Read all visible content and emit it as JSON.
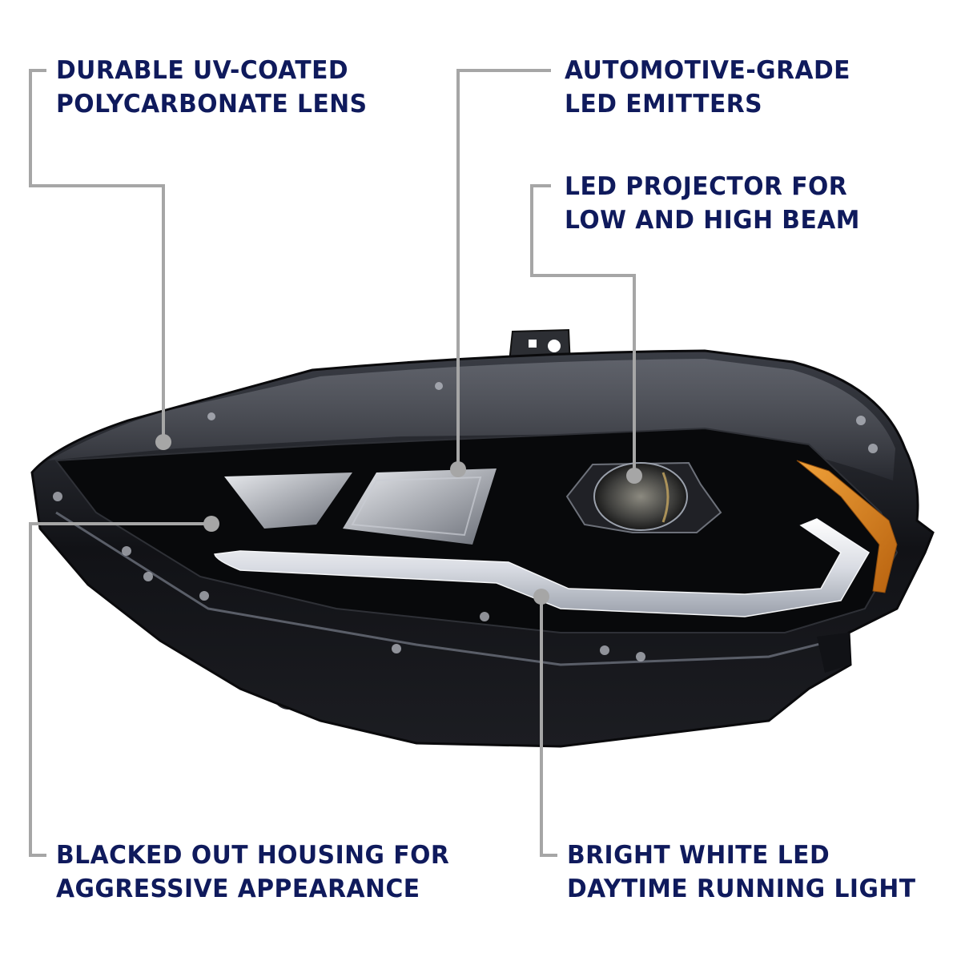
{
  "colors": {
    "text": "#0f1a5c",
    "leader_line": "#a6a6a6",
    "background": "#ffffff",
    "amber_marker": "#d7861f"
  },
  "product_image": {
    "subject": "LED projector headlight assembly, blacked-out housing"
  },
  "callouts": [
    {
      "id": "lens",
      "lines": [
        "DURABLE UV-COATED",
        "POLYCARBONATE LENS"
      ]
    },
    {
      "id": "emitters",
      "lines": [
        "AUTOMOTIVE-GRADE",
        "LED EMITTERS"
      ]
    },
    {
      "id": "projector",
      "lines": [
        "LED PROJECTOR FOR",
        "LOW AND HIGH BEAM"
      ]
    },
    {
      "id": "housing",
      "lines": [
        "BLACKED OUT HOUSING FOR",
        "AGGRESSIVE APPEARANCE"
      ]
    },
    {
      "id": "drl",
      "lines": [
        "BRIGHT WHITE LED",
        "DAYTIME RUNNING LIGHT"
      ]
    }
  ]
}
